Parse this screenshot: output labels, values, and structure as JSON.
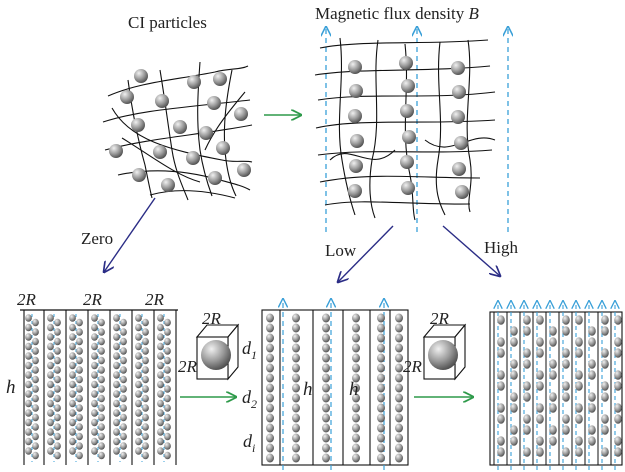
{
  "labels": {
    "ci_particles": "CI particles",
    "flux_prefix": "Magnetic flux density ",
    "flux_symbol": "B",
    "zero": "Zero",
    "low": "Low",
    "high": "High",
    "two_r": "2R",
    "h": "h",
    "d1_base": "d",
    "d1_sub": "1",
    "d2_base": "d",
    "d2_sub": "2",
    "di_base": "d",
    "di_sub": "i"
  },
  "colors": {
    "arrow_green": "#2e9a4a",
    "arrow_navy": "#2b2d86",
    "field_blue": "#3aa0d8",
    "line": "#111111",
    "particle_light": "#e4e4e4",
    "particle_dark": "#555555"
  }
}
